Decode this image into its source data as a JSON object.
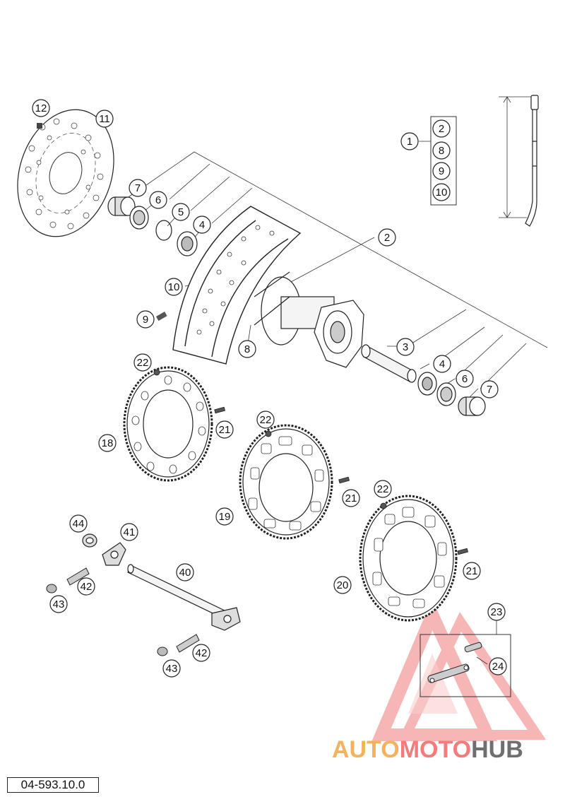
{
  "document": {
    "number": "04-593.10.0"
  },
  "watermark": {
    "part1": "AUTO",
    "part2": "MOTO",
    "part3": "HUB"
  },
  "callouts": [
    {
      "id": "c1",
      "label": "1"
    },
    {
      "id": "c2a",
      "label": "2"
    },
    {
      "id": "c8a",
      "label": "8"
    },
    {
      "id": "c9a",
      "label": "9"
    },
    {
      "id": "c10a",
      "label": "10"
    },
    {
      "id": "c12",
      "label": "12"
    },
    {
      "id": "c11",
      "label": "11"
    },
    {
      "id": "c7a",
      "label": "7"
    },
    {
      "id": "c6a",
      "label": "6"
    },
    {
      "id": "c5",
      "label": "5"
    },
    {
      "id": "c4a",
      "label": "4"
    },
    {
      "id": "c2b",
      "label": "2"
    },
    {
      "id": "c10b",
      "label": "10"
    },
    {
      "id": "c9b",
      "label": "9"
    },
    {
      "id": "c8b",
      "label": "8"
    },
    {
      "id": "c3",
      "label": "3"
    },
    {
      "id": "c4b",
      "label": "4"
    },
    {
      "id": "c6b",
      "label": "6"
    },
    {
      "id": "c7b",
      "label": "7"
    },
    {
      "id": "c22a",
      "label": "22"
    },
    {
      "id": "c21a",
      "label": "21"
    },
    {
      "id": "c18",
      "label": "18"
    },
    {
      "id": "c22b",
      "label": "22"
    },
    {
      "id": "c21b",
      "label": "21"
    },
    {
      "id": "c19",
      "label": "19"
    },
    {
      "id": "c22c",
      "label": "22"
    },
    {
      "id": "c21c",
      "label": "21"
    },
    {
      "id": "c20",
      "label": "20"
    },
    {
      "id": "c44",
      "label": "44"
    },
    {
      "id": "c41",
      "label": "41"
    },
    {
      "id": "c40",
      "label": "40"
    },
    {
      "id": "c42a",
      "label": "42"
    },
    {
      "id": "c43a",
      "label": "43"
    },
    {
      "id": "c42b",
      "label": "42"
    },
    {
      "id": "c43b",
      "label": "43"
    },
    {
      "id": "c23",
      "label": "23"
    },
    {
      "id": "c24",
      "label": "24"
    }
  ]
}
